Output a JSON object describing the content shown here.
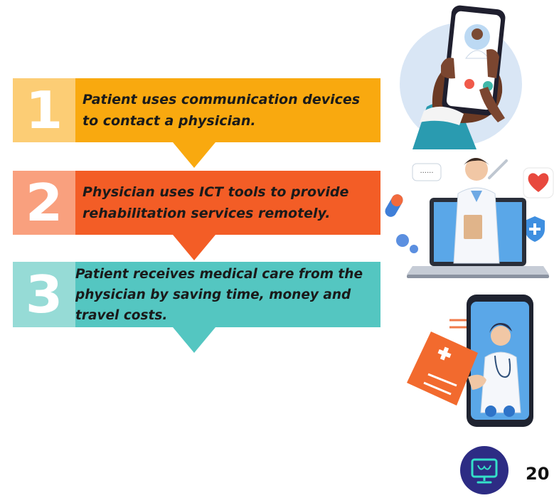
{
  "colors": {
    "step1": "#f9a90f",
    "step1_num_box": "#fccd75",
    "step2": "#f35d26",
    "step2_num_box": "#f9a07e",
    "step3": "#54c6c1",
    "step3_num_box": "#96dbd6"
  },
  "steps": [
    {
      "number": "1",
      "text": "Patient uses communication devices to contact a physician."
    },
    {
      "number": "2",
      "text": "Physician uses ICT tools to provide rehabilitation services remotely."
    },
    {
      "number": "3",
      "text": "Patient receives medical care from the physician by saving time, money and travel costs."
    }
  ],
  "illustrations": {
    "phone_call": "phone-video-call-illustration",
    "laptop_doctor": "laptop-doctor-illustration",
    "mobile_doctor": "mobile-doctor-illustration"
  },
  "footer": {
    "logo_icon": "monitor-logo-icon",
    "page_number": "20"
  }
}
